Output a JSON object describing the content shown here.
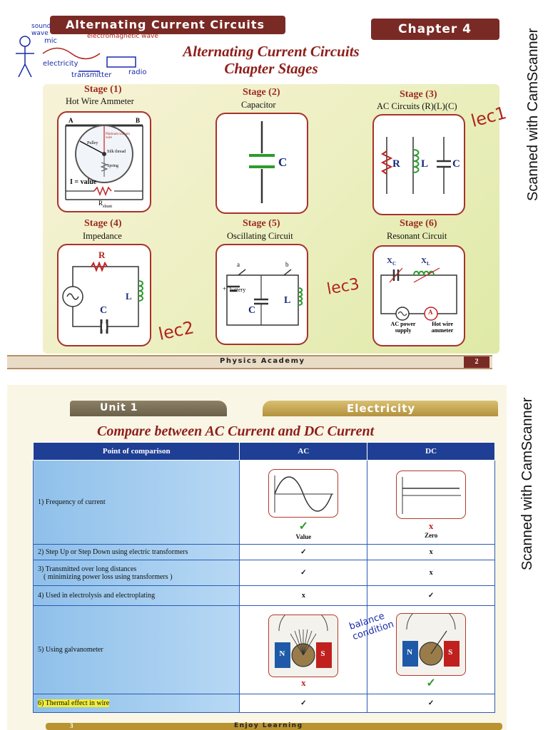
{
  "page1": {
    "header": "Alternating Current Circuits",
    "chapter": "Chapter 4",
    "title_line1": "Alternating Current Circuits",
    "title_line2": "Chapter Stages",
    "stages": [
      {
        "label": "Stage (1)",
        "sub": "Hot Wire Ammeter"
      },
      {
        "label": "Stage (2)",
        "sub": "Capacitor"
      },
      {
        "label": "Stage (3)",
        "sub": "AC Circuits (R)(L)(C)"
      },
      {
        "label": "Stage (4)",
        "sub": "Impedance"
      },
      {
        "label": "Stage (5)",
        "sub": "Oscillating Circuit"
      },
      {
        "label": "Stage (6)",
        "sub": "Resonant Circuit"
      }
    ],
    "ammeter": {
      "a": "A",
      "b": "B",
      "pulley": "Pulley",
      "silk": "Silk thread",
      "spring": "Spring",
      "wire": "Platinum iridium wire",
      "i_value": "I = value",
      "r_shunt": "R",
      "r_shunt_sub": "shunt"
    },
    "capacitor_label": "C",
    "rlc_labels": [
      "R",
      "L",
      "C"
    ],
    "impedance_labels": [
      "R",
      "L",
      "C"
    ],
    "osc_labels": {
      "a": "a",
      "b": "b",
      "battery": "battery",
      "c": "C",
      "l": "L",
      "plus": "+"
    },
    "res_labels": {
      "xc": "X",
      "xc_sub": "C",
      "xl": "X",
      "xl_sub": "L",
      "supply": "AC power supply",
      "ammeter": "Hot wire ammeter",
      "a": "A"
    },
    "footer": "Physics Academy",
    "page_no": "2",
    "side": "Scanned with CamScanner",
    "handwriting": {
      "top_notes": [
        "sound wave",
        "mic",
        "electromagnetic wave",
        "electricity",
        "transmitter",
        "radio"
      ],
      "lec1": "lec1",
      "lec2": "lec2",
      "lec3": "lec3"
    }
  },
  "page2": {
    "unit": "Unit 1",
    "topic": "Electricity",
    "title": "Compare between AC Current and DC Current",
    "columns": [
      "Point of comparison",
      "AC",
      "DC"
    ],
    "rows": [
      {
        "point": "1) Frequency of current",
        "ac_mark": "✓",
        "ac_note": "Value",
        "dc_mark": "x",
        "dc_note": "Zero"
      },
      {
        "point": "2) Step Up or Step Down using electric transformers",
        "ac_mark": "✓",
        "dc_mark": "x"
      },
      {
        "point": "3) Transmitted over long distances",
        "point2": "( minimizing power loss using transformers )",
        "ac_mark": "✓",
        "dc_mark": "x"
      },
      {
        "point": "4) Used in electrolysis and electroplating",
        "ac_mark": "x",
        "dc_mark": "✓"
      },
      {
        "point": "5) Using galvanometer",
        "ac_mark": "x",
        "dc_mark": "✓"
      },
      {
        "point": "6) Thermal effect in wire",
        "ac_mark": "✓",
        "dc_mark": "✓"
      }
    ],
    "galv": {
      "n": "N",
      "s": "S"
    },
    "footer": "Enjoy Learning",
    "page_no": "3",
    "side": "Scanned with CamScanner",
    "hand_note": "balance condition"
  },
  "colors": {
    "maroon": "#7a2a25",
    "navy": "#1f3f95",
    "tick": "#2e9b2e",
    "cross": "#c0211e",
    "ink": "#1a2aa8"
  }
}
